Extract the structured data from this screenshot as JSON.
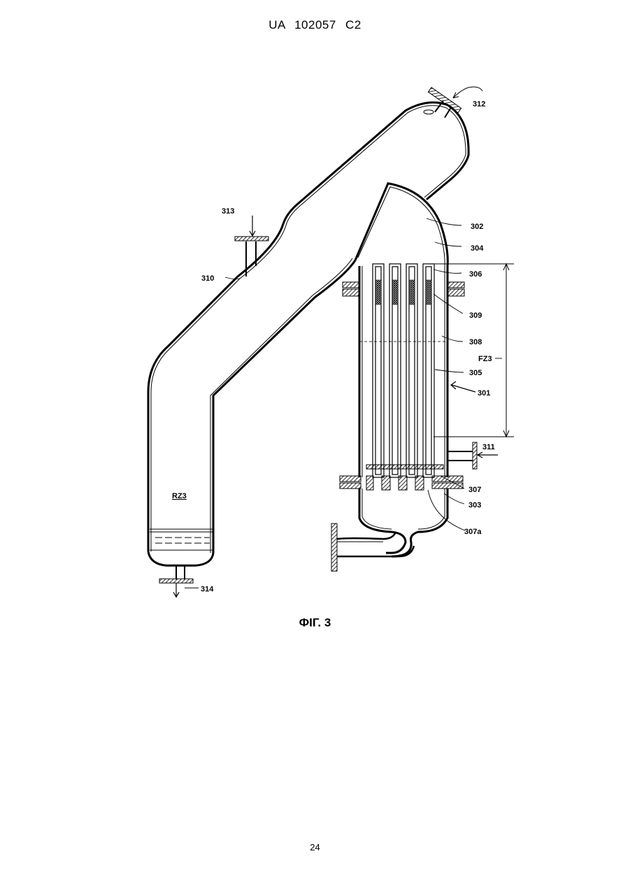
{
  "header": {
    "text": "UA   102057   C2"
  },
  "figure": {
    "caption": "ФІГ. 3",
    "labels": {
      "l312": "312",
      "l313": "313",
      "l310": "310",
      "l302": "302",
      "l304": "304",
      "l306": "306",
      "l309": "309",
      "l308": "308",
      "lFZ3": "FZ3",
      "l305": "305",
      "l301": "301",
      "l311": "311",
      "l307": "307",
      "l303": "303",
      "l307a": "307a",
      "lRZ3": "RZ3",
      "l314": "314"
    }
  },
  "page": {
    "number": "24"
  }
}
